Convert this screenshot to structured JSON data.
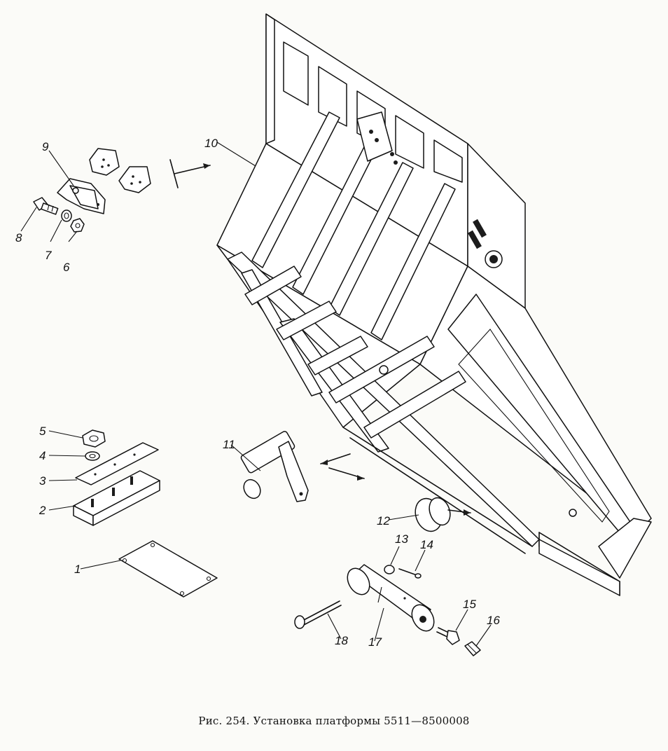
{
  "figure": {
    "caption": "Рис. 254. Установка платформы 5511—8500008"
  },
  "callouts": [
    {
      "id": "1",
      "label": "1"
    },
    {
      "id": "2",
      "label": "2"
    },
    {
      "id": "3",
      "label": "3"
    },
    {
      "id": "4",
      "label": "4"
    },
    {
      "id": "5",
      "label": "5"
    },
    {
      "id": "6",
      "label": "6"
    },
    {
      "id": "7",
      "label": "7"
    },
    {
      "id": "8",
      "label": "8"
    },
    {
      "id": "9",
      "label": "9"
    },
    {
      "id": "10",
      "label": "10"
    },
    {
      "id": "11",
      "label": "11"
    },
    {
      "id": "12",
      "label": "12"
    },
    {
      "id": "13",
      "label": "13"
    },
    {
      "id": "14",
      "label": "14"
    },
    {
      "id": "15",
      "label": "15"
    },
    {
      "id": "16",
      "label": "16"
    },
    {
      "id": "17",
      "label": "17"
    },
    {
      "id": "18",
      "label": "18"
    }
  ]
}
